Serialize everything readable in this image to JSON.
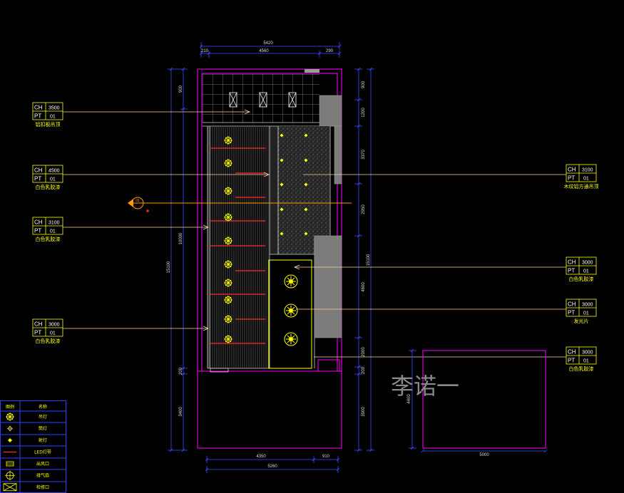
{
  "dimensions": {
    "top_overall": "5420",
    "top_segments": [
      "210",
      "4560",
      "290"
    ],
    "left_overall": "15100",
    "left_segments": [
      "900",
      "10000",
      "200",
      "3400"
    ],
    "right_overall": "15100",
    "right_segments": [
      "900",
      "1200",
      "3370",
      "2950",
      "4600",
      "2000",
      "200",
      "3900"
    ],
    "bottom_segments": [
      "4350",
      "910"
    ],
    "bottom_overall": "5260",
    "side_room_height": "4400",
    "side_room_width": "5000"
  },
  "tag_labels": {
    "ch": "CH",
    "pt": "PT"
  },
  "left_tags": [
    {
      "ch": "3500",
      "pt": "01",
      "material": "铝扣板吊顶"
    },
    {
      "ch": "4500",
      "pt": "01",
      "material": "白色乳胶漆"
    },
    {
      "ch": "3100",
      "pt": "01",
      "material": "白色乳胶漆"
    },
    {
      "ch": "3000",
      "pt": "01",
      "material": "白色乳胶漆"
    }
  ],
  "right_tags": [
    {
      "ch": "3100",
      "pt": "01",
      "material": "木纹铝方通吊顶"
    },
    {
      "ch": "3000",
      "pt": "01",
      "material": "白色乳胶漆"
    },
    {
      "ch": "3000",
      "pt": "01",
      "material": "发光片"
    },
    {
      "ch": "3000",
      "pt": "01",
      "material": "白色乳胶漆"
    }
  ],
  "section_marker": {
    "number": "01"
  },
  "watermark": "李诺一",
  "legend": {
    "header": {
      "symbol": "图例",
      "name": "名称"
    },
    "rows": [
      {
        "icon": "pendant-lamp-icon",
        "label": "吊灯"
      },
      {
        "icon": "downlight-icon",
        "label": "筒灯"
      },
      {
        "icon": "spotlight-icon",
        "label": "射灯"
      },
      {
        "icon": "led-strip-icon",
        "label": "LED灯带"
      },
      {
        "icon": "air-vent-icon",
        "label": "出风口"
      },
      {
        "icon": "exhaust-fan-icon",
        "label": "排气扇"
      },
      {
        "icon": "access-panel-icon",
        "label": "检修口"
      }
    ]
  },
  "colors": {
    "wall": "#ff00ff",
    "dimension": "#3b4dff",
    "leader": "#ffcfa0",
    "tag_frame": "#ffff00",
    "label": "#ffff00",
    "section": "#ff9900",
    "led_strip": "#ff2a2a",
    "fixture": "#ffff00",
    "gray_block": "#7b7b7b",
    "watermark": "#8a8a8a",
    "legend_border": "#2f3fff"
  }
}
